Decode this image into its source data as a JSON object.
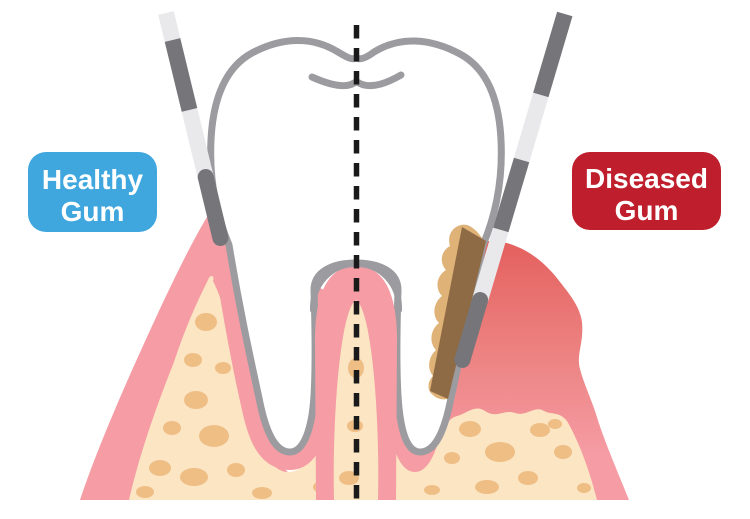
{
  "labels": {
    "healthy_gum": {
      "line1": "Healthy",
      "line2": "Gum"
    },
    "diseased_gum": {
      "line1": "Diseased",
      "line2": "Gum"
    }
  },
  "colors": {
    "healthy_badge": "#3FA7DE",
    "diseased_badge": "#BF1F2C",
    "badge_text": "#FFFFFF",
    "gum_pink": "#F59CA4",
    "inflamed_red": "#E4605E",
    "bone_cream": "#FBE5C3",
    "bone_spot": "#EFBE85",
    "tooth_fill": "#FFFFFF",
    "tooth_outline": "#9C9CA0",
    "calculus_tan": "#DFB277",
    "pocket_brown": "#8F6B45",
    "probe_dark": "#76767A",
    "probe_light": "#E9E9EB",
    "midline": "#1A1A1A"
  }
}
